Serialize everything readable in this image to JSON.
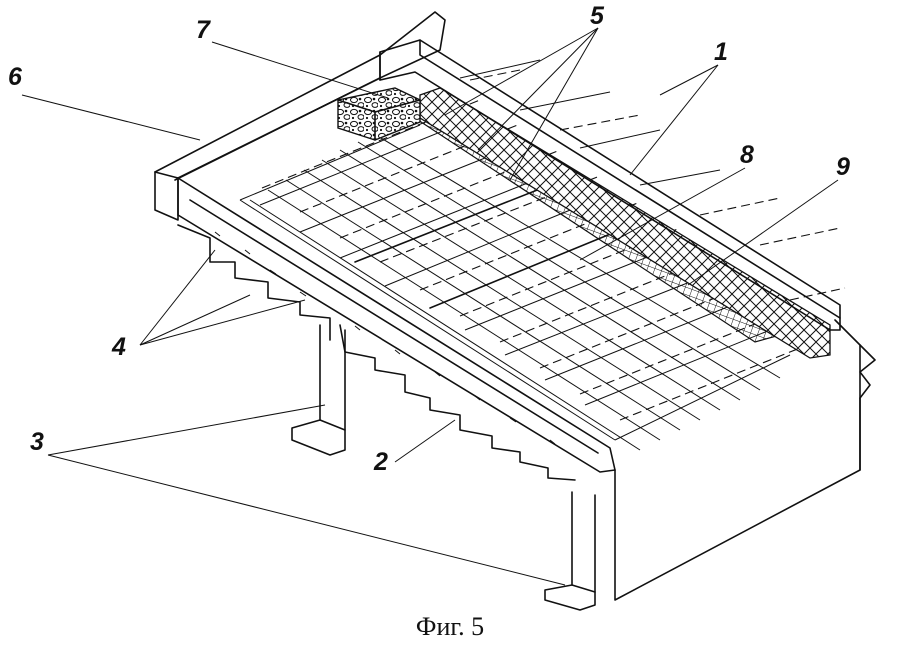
{
  "figure": {
    "caption": "Фиг. 5",
    "callouts": {
      "c1": "1",
      "c2": "2",
      "c3": "3",
      "c4": "4",
      "c5": "5",
      "c6": "6",
      "c7": "7",
      "c8": "8",
      "c9": "9"
    }
  },
  "colors": {
    "ink": "#111111",
    "paper": "#ffffff"
  }
}
